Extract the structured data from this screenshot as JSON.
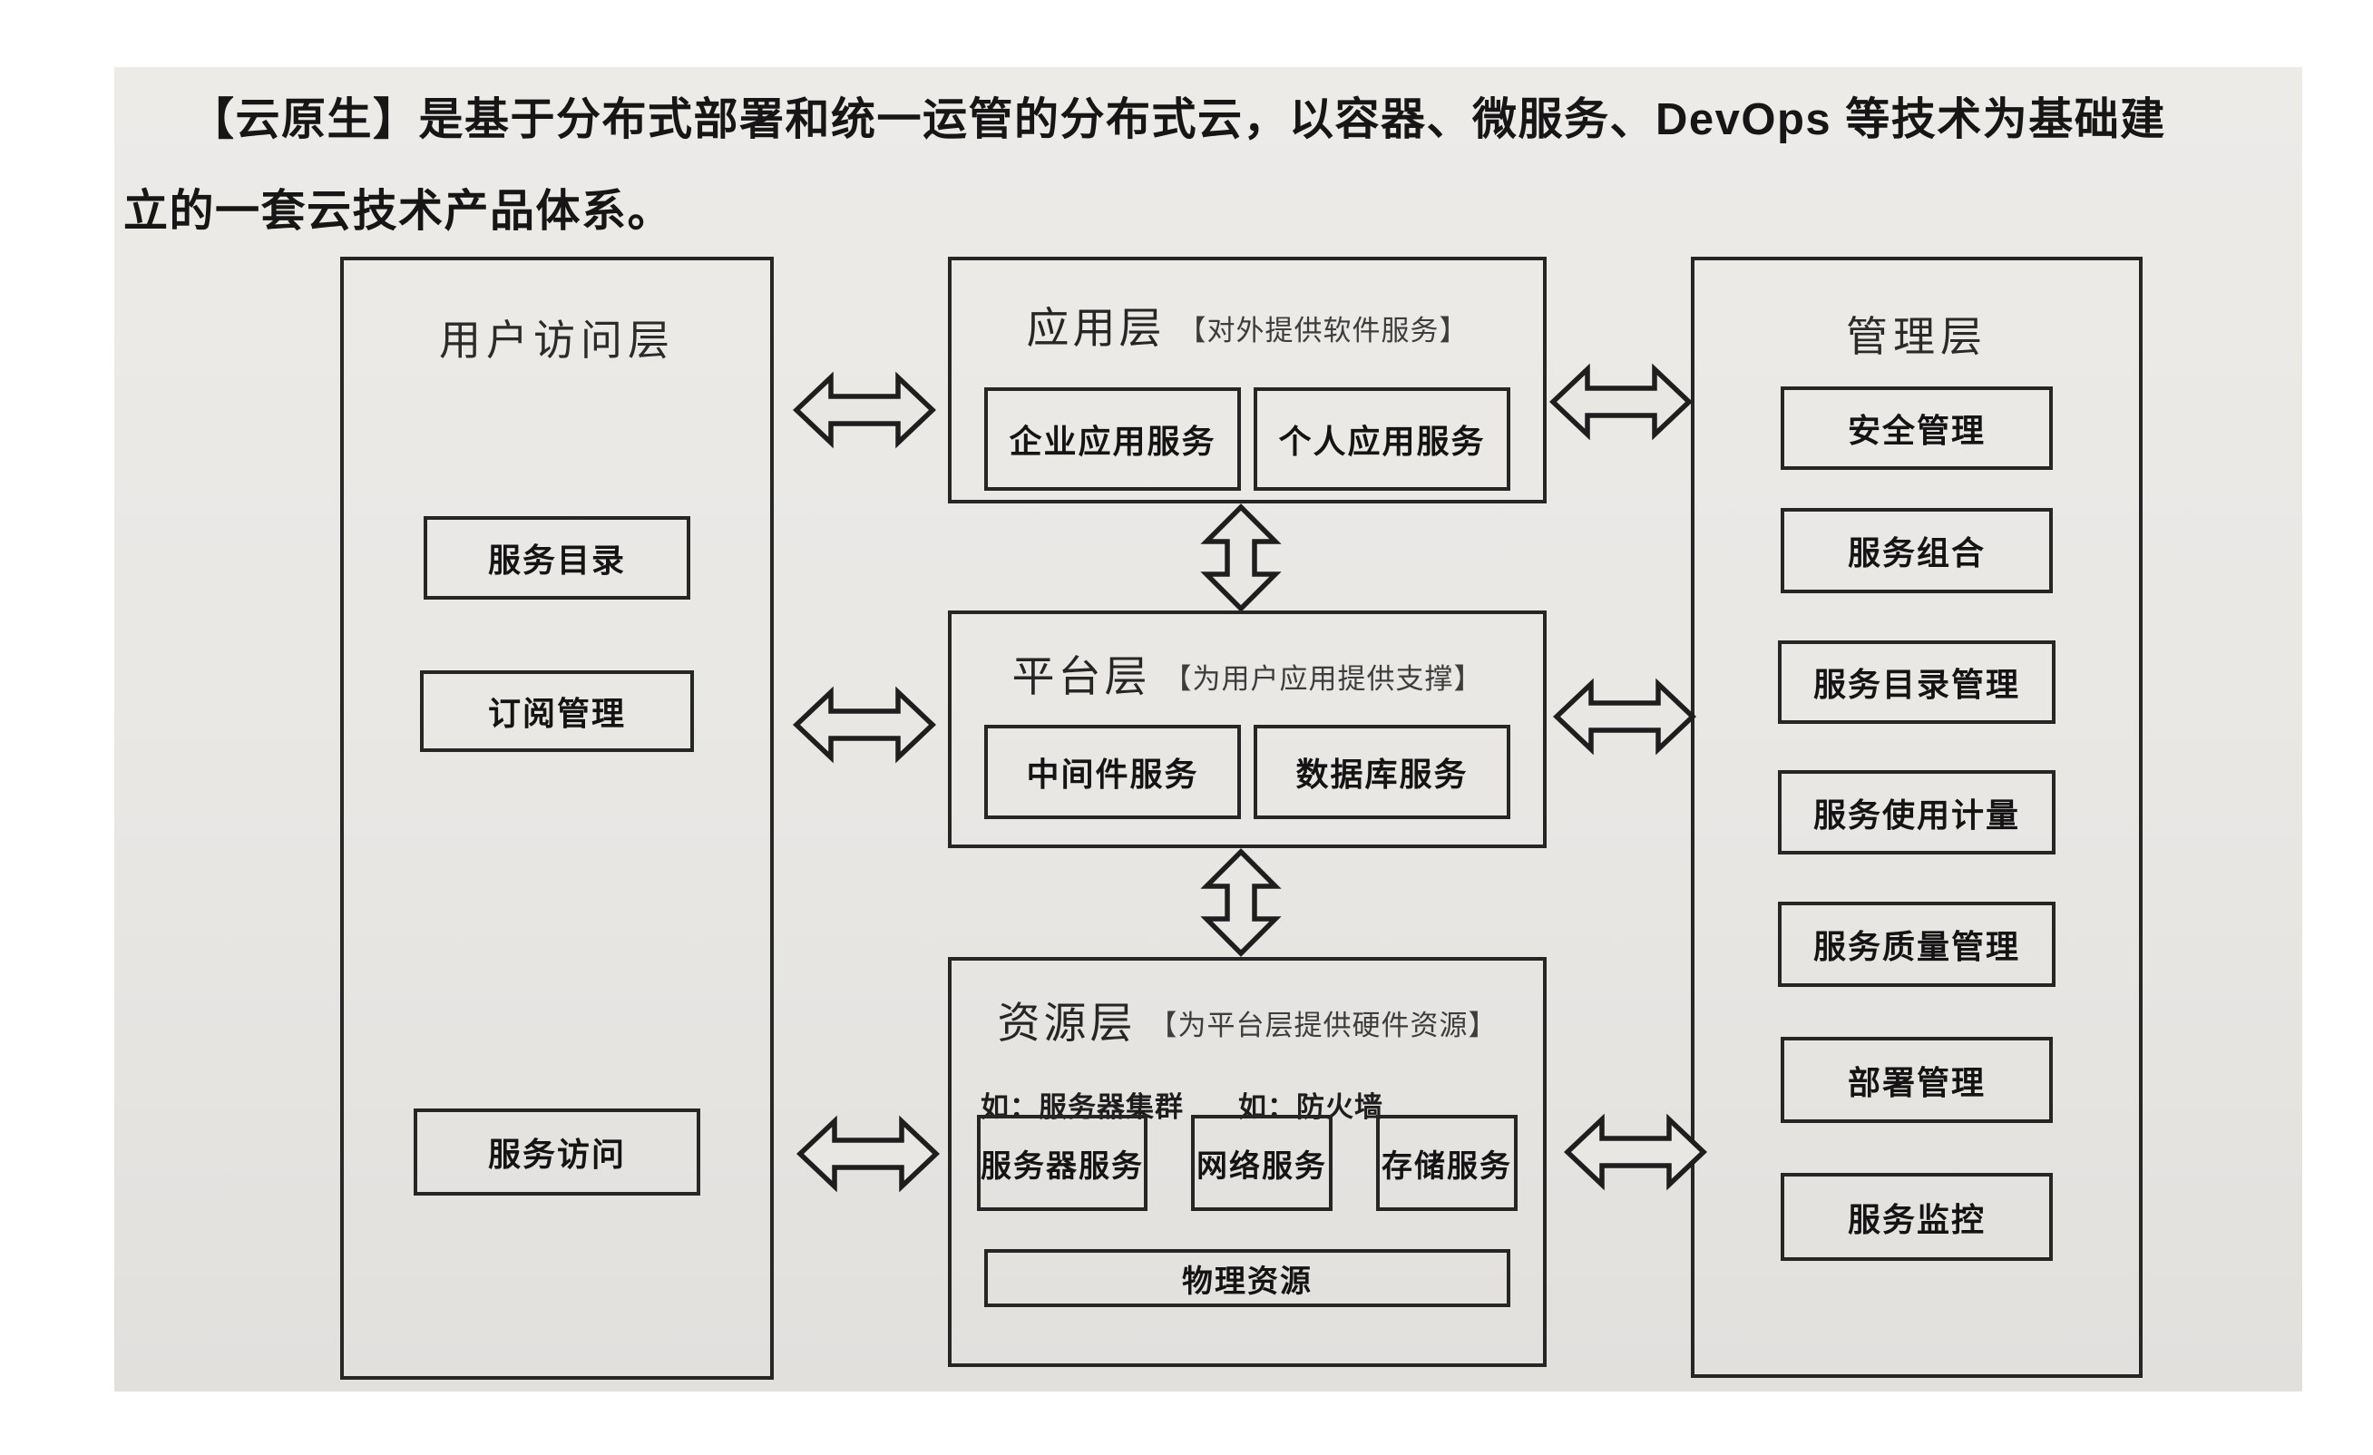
{
  "intro": {
    "line1": "【云原生】是基于分布式部署和统一运管的分布式云，以容器、微服务、DevOps 等技术为基础建",
    "line2": "立的一套云技术产品体系。"
  },
  "layers": {
    "user_access": {
      "title": "用户访问层",
      "items": [
        "服务目录",
        "订阅管理",
        "服务访问"
      ]
    },
    "application": {
      "title": "应用层",
      "subtitle": "【对外提供软件服务】",
      "items": [
        "企业应用服务",
        "个人应用服务"
      ]
    },
    "platform": {
      "title": "平台层",
      "subtitle": "【为用户应用提供支撑】",
      "items": [
        "中间件服务",
        "数据库服务"
      ]
    },
    "resource": {
      "title": "资源层",
      "subtitle": "【为平台层提供硬件资源】",
      "examples": [
        "如：服务器集群",
        "如：防火墙"
      ],
      "items": [
        "服务器服务",
        "网络服务",
        "存储服务"
      ],
      "bottom_item": "物理资源"
    },
    "management": {
      "title": "管理层",
      "items": [
        "安全管理",
        "服务组合",
        "服务目录管理",
        "服务使用计量",
        "服务质量管理",
        "部署管理",
        "服务监控"
      ]
    }
  },
  "icons": {
    "double_arrow_horizontal": "⇔",
    "double_arrow_vertical": "⇕"
  },
  "colors": {
    "paper": "#e9e7e4",
    "ink": "#161616",
    "border": "#262626"
  }
}
